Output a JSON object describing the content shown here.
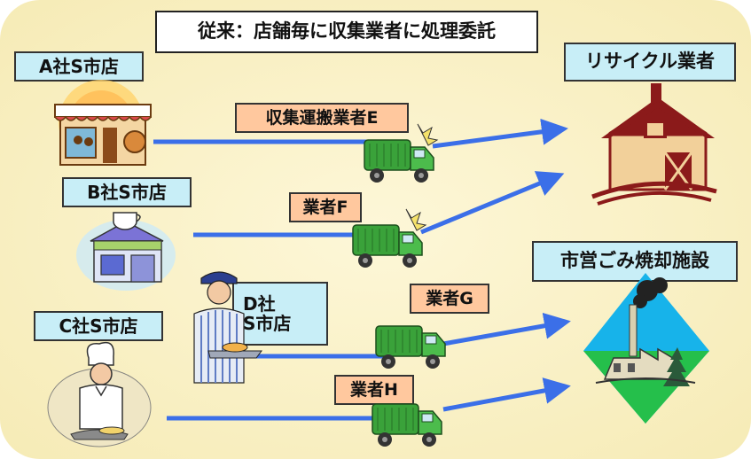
{
  "title": "従来：店舗毎に収集業者に処理委託",
  "shops": {
    "a": "A社S市店",
    "b": "B社S市店",
    "c": "C社S市店",
    "d_line1": "D社",
    "d_line2": "S市店"
  },
  "vendors": {
    "e": "収集運搬業者E",
    "f": "業者F",
    "g": "業者G",
    "h": "業者H"
  },
  "destinations": {
    "recycle": "リサイクル業者",
    "incinerator": "市営ごみ焼却施設"
  },
  "colors": {
    "background": "#fdf5cf",
    "label_blue": "#c8eef7",
    "label_orange": "#ffc89e",
    "arrow": "#3b6fe8",
    "truck_green": "#3aa23a",
    "barn_red": "#8b1a1a",
    "diamond_cyan": "#17b3ea"
  }
}
